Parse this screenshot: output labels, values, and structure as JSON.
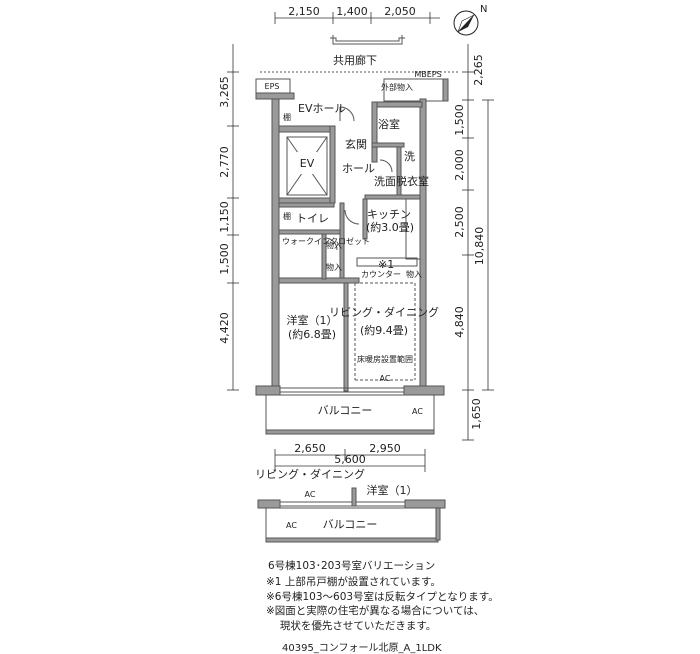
{
  "top_dimensions": [
    "2,150",
    "1,400",
    "2,050"
  ],
  "left_dimensions": [
    "3,265",
    "2,770",
    "1,150",
    "1,500",
    "4,420"
  ],
  "right_dimensions_inner": [
    "2,265",
    "1,500",
    "2,000",
    "2,500",
    "4,840",
    "1,650"
  ],
  "right_dimension_total": "10,840",
  "bottom_dimensions": [
    "2,650",
    "2,950"
  ],
  "bottom_total": "5,600",
  "labels": {
    "corridor": "共用廊下",
    "eps": "EPS",
    "mbeps": "MBEPS",
    "exterior_storage": "外部物入",
    "ev_hall": "EVホール",
    "ev": "EV",
    "shelf": "棚",
    "entrance": "玄関",
    "hall": "ホール",
    "bathroom": "浴室",
    "washer": "洗",
    "washroom": "洗面脱衣室",
    "toilet": "トイレ",
    "kitchen": "キッチン",
    "kitchen_size": "(約3.0畳)",
    "walk_in_closet": "ウォークインクロゼット",
    "storage": "物入",
    "counter_note": "※1",
    "counter": "カウンター",
    "western_room": "洋室（1）",
    "western_room_size": "(約6.8畳)",
    "living": "リビング・ダイニング",
    "living_size": "(約9.4畳)",
    "floor_heating": "床暖房設置範囲",
    "balcony": "バルコニー",
    "ac": "AC"
  },
  "variation": {
    "living": "リビング・ダイニング",
    "western_room": "洋室（1）",
    "balcony": "バルコニー",
    "ac": "AC",
    "caption": "6号棟103･203号室バリエーション"
  },
  "notes": [
    "※1 上部吊戸棚が設置されています。",
    "※6号棟103～603号室は反転タイプとなります。",
    "※図面と実際の住宅が異なる場合については、",
    "　 現状を優先させていただきます。"
  ],
  "compass_label": "N",
  "plan_code": "40395_コンフォール北原_A_1LDK"
}
